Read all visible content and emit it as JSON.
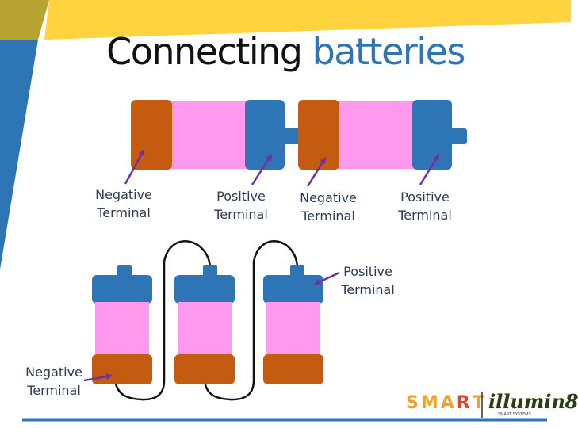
{
  "title": {
    "main": "Connecting",
    "accent": "batteries"
  },
  "labels": {
    "neg_top_1": "Negative Terminal",
    "pos_top_1": "Positive Terminal",
    "neg_top_2": "Negative Terminal",
    "pos_top_2": "Positive Terminal",
    "pos_bottom": "Positive Terminal",
    "neg_bottom": "Negative Terminal"
  },
  "logo": {
    "smart": [
      "S",
      "M",
      "A",
      "R",
      "T"
    ],
    "illumin": "illumin8",
    "sub": "SMART SYSTEMS"
  },
  "colors": {
    "negative_terminal": "#c55a11",
    "positive_terminal": "#2e75b6",
    "battery_body": "#ff99ee",
    "arrow": "#7030a0",
    "wire": "#111111",
    "title_accent": "#2e75b6",
    "band_yellow": "#ffd23f",
    "band_olive": "#b7a433",
    "band_blue": "#2e75b6",
    "smart_colors": [
      "#f0a32a",
      "#f0a32a",
      "#f0a32a",
      "#d9462b",
      "#f0a32a"
    ]
  }
}
